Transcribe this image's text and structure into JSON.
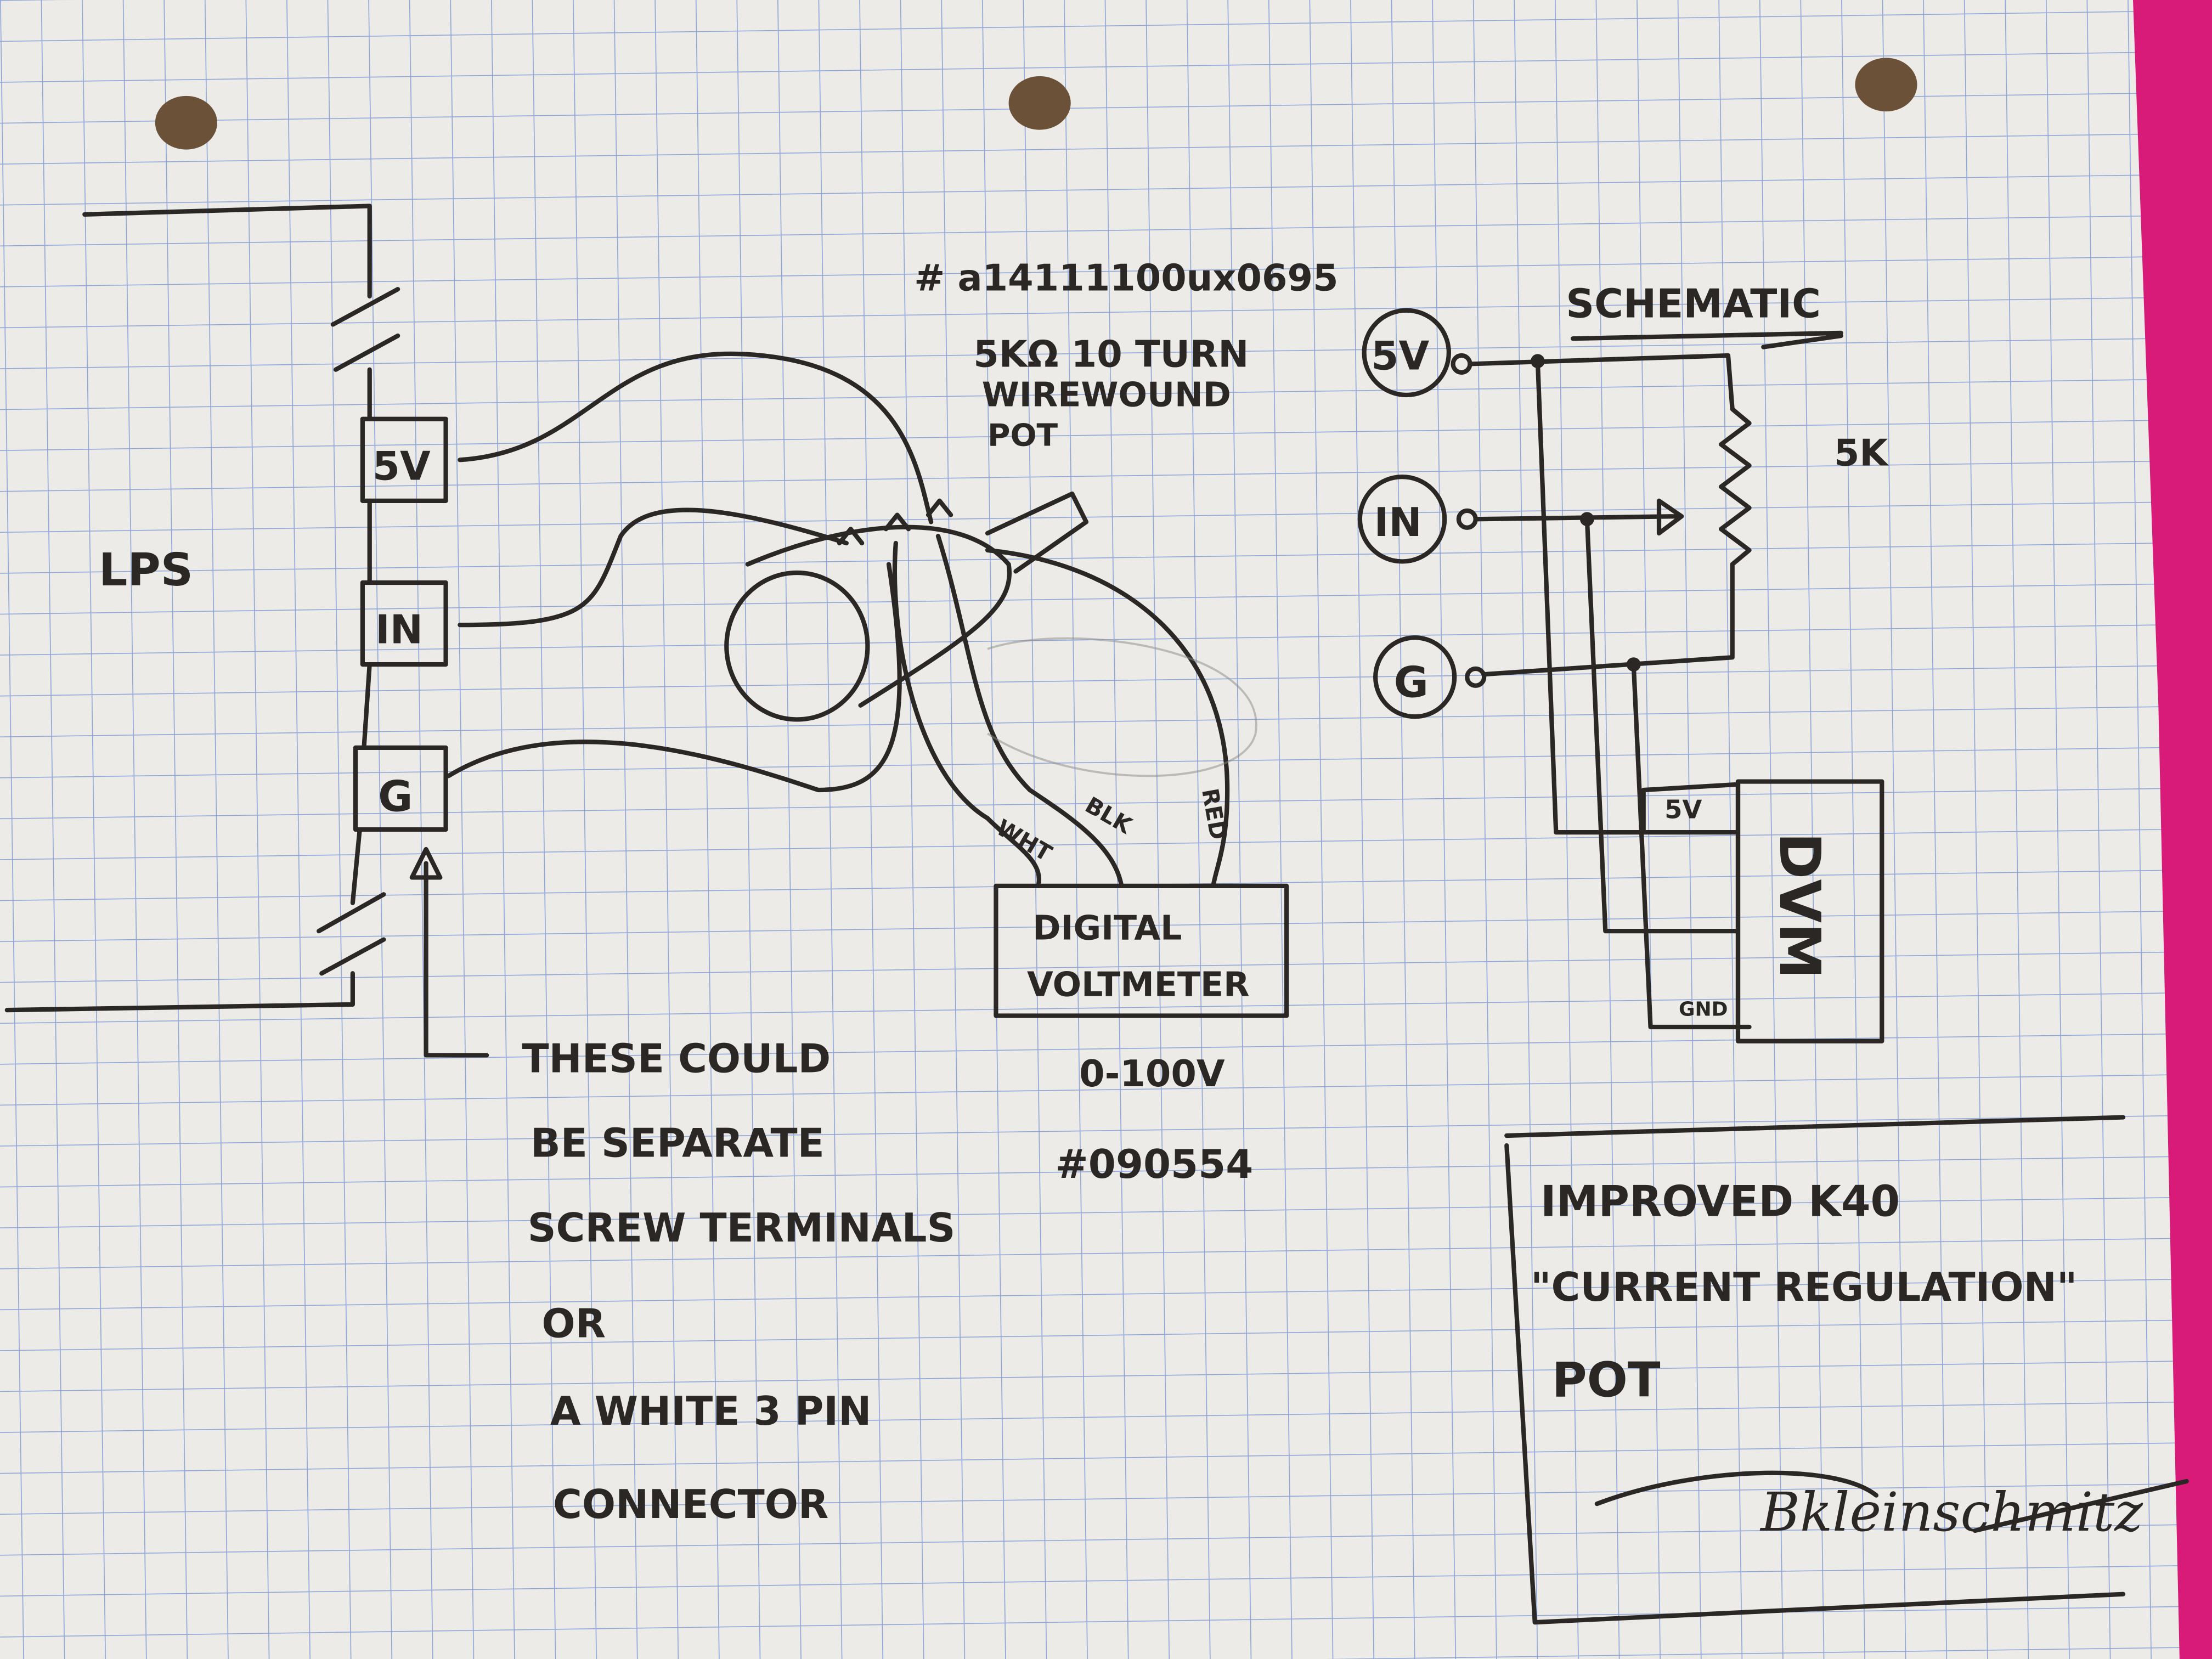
{
  "colors": {
    "paper": "#ecebe8",
    "grid": "#8fa6d6",
    "ink": "#2a2724",
    "binder_strip": "#d81b78",
    "hole": "#6b5138"
  },
  "lps": {
    "label": "LPS",
    "terminals": [
      "5V",
      "IN",
      "G"
    ]
  },
  "pot": {
    "part_number": "# a14111100ux0695",
    "spec_line1": "5KΩ 10 TURN",
    "spec_line2": "WIREWOUND",
    "spec_line3": "POT",
    "wire_labels": [
      "WHT",
      "BLK",
      "RED"
    ]
  },
  "meter": {
    "line1": "DIGITAL",
    "line2": "VOLTMETER",
    "range": "0-100V",
    "part_number": "#090554"
  },
  "note": {
    "lines": [
      "THESE COULD",
      "BE SEPARATE",
      "SCREW TERMINALS",
      "OR",
      "A WHITE 3 PIN",
      "CONNECTOR"
    ]
  },
  "schematic": {
    "title": "SCHEMATIC",
    "nodes": [
      "5V",
      "IN",
      "G"
    ],
    "resistor_label": "5K",
    "dvm_label": "DVM",
    "dvm_pins": [
      "5V",
      "GND"
    ]
  },
  "title_block": {
    "line1": "IMPROVED K40",
    "line2": "\"CURRENT REGULATION\"",
    "line3": "POT",
    "signature": "Bkleinschmitz"
  }
}
